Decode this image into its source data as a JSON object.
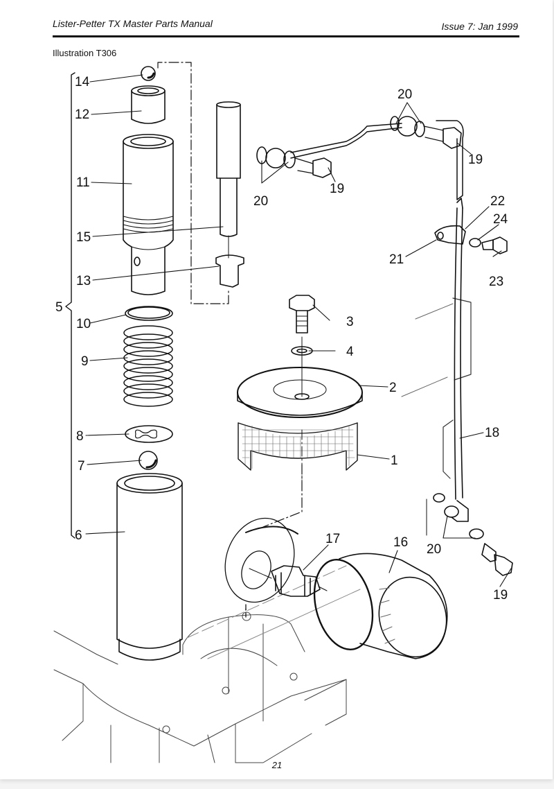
{
  "header": {
    "manual_title": "Lister-Petter TX Master Parts Manual",
    "issue": "Issue 7: Jan 1999"
  },
  "illustration": {
    "title": "Illustration T306",
    "description": "Exploded view of lubricating oil pump, relief valve, strainer, oil filter and oil pipe assembly",
    "callouts": [
      {
        "id": "c14",
        "label": "14",
        "part": "ball"
      },
      {
        "id": "c12",
        "label": "12",
        "part": "cap"
      },
      {
        "id": "c11",
        "label": "11",
        "part": "pump body"
      },
      {
        "id": "c15",
        "label": "15",
        "part": "plunger"
      },
      {
        "id": "c13",
        "label": "13",
        "part": "guide"
      },
      {
        "id": "c5",
        "label": "5",
        "part": "pump assembly"
      },
      {
        "id": "c10",
        "label": "10",
        "part": "washer"
      },
      {
        "id": "c9",
        "label": "9",
        "part": "spring"
      },
      {
        "id": "c8",
        "label": "8",
        "part": "retainer"
      },
      {
        "id": "c7",
        "label": "7",
        "part": "ball"
      },
      {
        "id": "c6",
        "label": "6",
        "part": "housing"
      },
      {
        "id": "c3",
        "label": "3",
        "part": "screw"
      },
      {
        "id": "c4",
        "label": "4",
        "part": "spring washer"
      },
      {
        "id": "c2",
        "label": "2",
        "part": "strainer cover"
      },
      {
        "id": "c1",
        "label": "1",
        "part": "strainer gauze"
      },
      {
        "id": "c17",
        "label": "17",
        "part": "adaptor"
      },
      {
        "id": "c16",
        "label": "16",
        "part": "oil filter"
      },
      {
        "id": "c18",
        "label": "18",
        "part": "oil pipe"
      },
      {
        "id": "c19a",
        "label": "19",
        "part": "banjo bolt"
      },
      {
        "id": "c19b",
        "label": "19",
        "part": "banjo bolt"
      },
      {
        "id": "c19c",
        "label": "19",
        "part": "banjo bolt"
      },
      {
        "id": "c20a",
        "label": "20",
        "part": "sealing washers"
      },
      {
        "id": "c20b",
        "label": "20",
        "part": "sealing washers"
      },
      {
        "id": "c20c",
        "label": "20",
        "part": "sealing washers"
      },
      {
        "id": "c21",
        "label": "21",
        "part": "clip"
      },
      {
        "id": "c22",
        "label": "22",
        "part": "grommet"
      },
      {
        "id": "c23",
        "label": "23",
        "part": "screw"
      },
      {
        "id": "c24",
        "label": "24",
        "part": "washer"
      }
    ]
  },
  "footer": {
    "page_number": "21"
  }
}
